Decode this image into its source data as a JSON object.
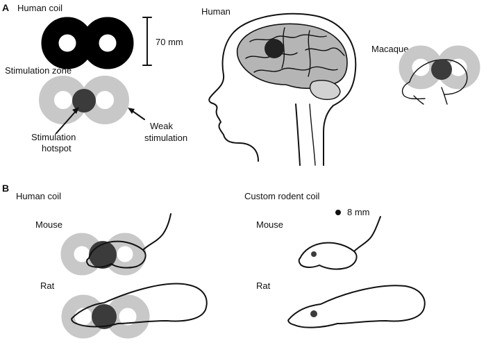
{
  "panel_a": {
    "letter": "A",
    "human_coil_label": "Human coil",
    "scale_label": "70 mm",
    "stimulation_zone_label": "Stimulation zone",
    "hotspot_label_1": "Stimulation",
    "hotspot_label_2": "hotspot",
    "weak_label_1": "Weak",
    "weak_label_2": "stimulation",
    "human_label": "Human",
    "macaque_label": "Macaque"
  },
  "panel_b": {
    "letter": "B",
    "human_coil_label": "Human coil",
    "custom_coil_label": "Custom rodent coil",
    "scale_label": "8 mm",
    "mouse_label_left": "Mouse",
    "rat_label_left": "Rat",
    "mouse_label_right": "Mouse",
    "rat_label_right": "Rat"
  },
  "colors": {
    "coil_black": "#000000",
    "coil_gray": "#c8c8c8",
    "hotspot": "#3b3b3b",
    "brain_gray": "#b5b5b5"
  }
}
